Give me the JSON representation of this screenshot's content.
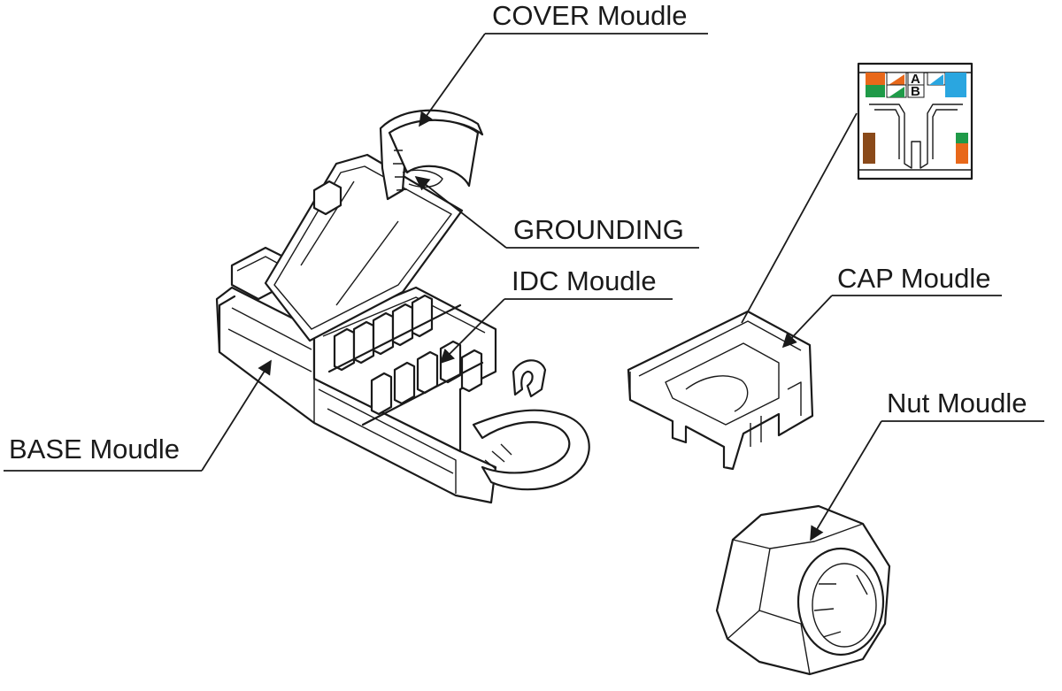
{
  "labels": {
    "cover": "COVER Moudle",
    "grounding": "GROUNDING",
    "idc": "IDC Moudle",
    "cap": "CAP Moudle",
    "nut": "Nut Moudle",
    "base": "BASE Moudle"
  },
  "wiring_inset": {
    "row_a": "A",
    "row_b": "B"
  },
  "colors": {
    "line": "#1a1a1a",
    "orange": "#e8681a",
    "green": "#1f9a48",
    "blue": "#2aa6e0",
    "brown": "#8a4a1a",
    "background": "#ffffff"
  }
}
